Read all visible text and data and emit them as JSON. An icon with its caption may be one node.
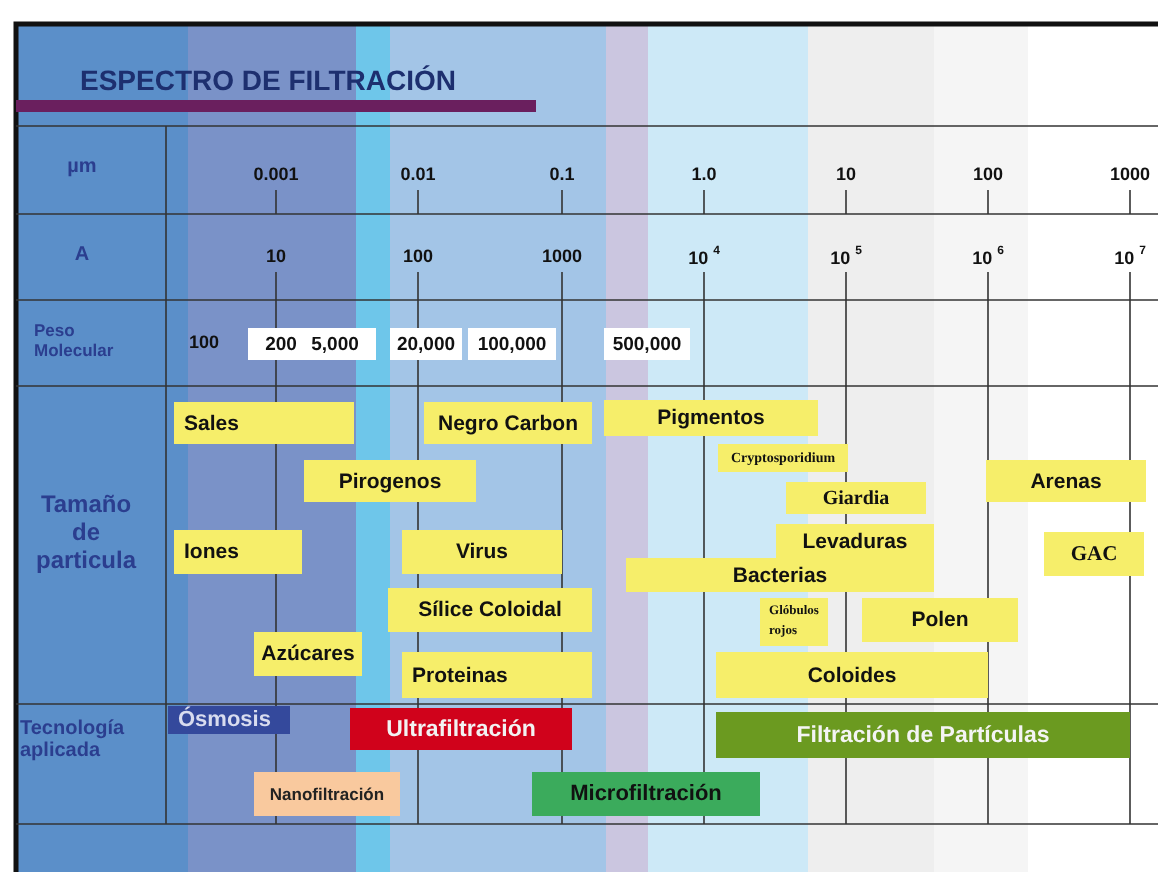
{
  "diagram": {
    "title": "ESPECTRO DE FILTRACIÓN",
    "nodes": [
      {
        "text": [
          "200",
          "5,000"
        ]
      },
      {
        "text": [
          "20,000"
        ]
      },
      {
        "text": [
          "100,000"
        ]
      },
      {
        "text": [
          "500,000"
        ]
      },
      {
        "text": [
          "Sales"
        ]
      },
      {
        "text": [
          "Negro Carbon"
        ]
      },
      {
        "text": [
          "Pigmentos"
        ]
      },
      {
        "text": [
          "Cryptosporidium"
        ]
      },
      {
        "text": [
          "Pirogenos"
        ]
      },
      {
        "text": [
          "Arenas"
        ]
      },
      {
        "text": [
          "Giardia"
        ]
      },
      {
        "text": [
          "Iones"
        ]
      },
      {
        "text": [
          "Virus"
        ]
      },
      {
        "text": [
          "Levaduras"
        ]
      },
      {
        "text": [
          "GAC"
        ]
      },
      {
        "text": [
          "Bacterias"
        ]
      },
      {
        "text": [
          "Sílice Coloidal"
        ]
      },
      {
        "text": [
          "Glóbulos rojos"
        ]
      },
      {
        "text": [
          "Polen"
        ]
      },
      {
        "text": [
          "Azúcares"
        ]
      },
      {
        "text": [
          "Proteinas"
        ]
      },
      {
        "text": [
          "Coloides"
        ]
      },
      {
        "text": [
          "Ósmosis"
        ]
      },
      {
        "text": [
          "Ultrafiltración"
        ]
      },
      {
        "text": [
          "Filtración de Partículas"
        ]
      },
      {
        "text": [
          "Nanofiltración"
        ]
      },
      {
        "text": [
          "Microfiltración"
        ]
      }
    ],
    "labels": [
      "µm",
      "0.001",
      "0.01",
      "0.1",
      "1.0",
      "10",
      "100",
      "1000",
      "A",
      "10",
      "100",
      "1000",
      "10 $^{4}$",
      "10 $^{5}$",
      "10 $^{6}$",
      "10 $^{7}$",
      "Peso Molecular",
      "100",
      "Tamaño de particula",
      "Tecnología aplicada"
    ]
  }
}
